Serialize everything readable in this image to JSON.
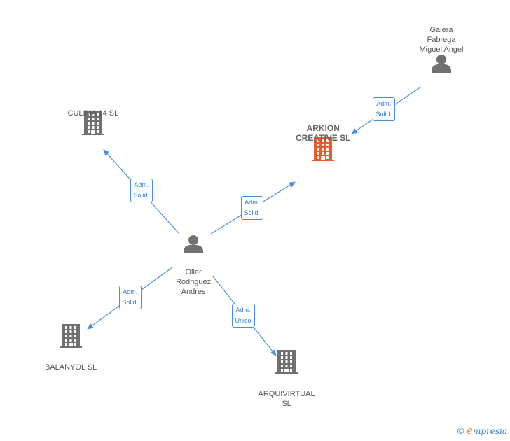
{
  "colors": {
    "edge": "#4a8fd8",
    "company": "#707070",
    "company_highlight": "#f05a28",
    "person": "#707070"
  },
  "nodes": [
    {
      "id": "galera",
      "kind": "person",
      "icon": "person-icon",
      "label": [
        "Galera",
        "Fabrega",
        "Miguel Angel"
      ]
    },
    {
      "id": "arkion",
      "kind": "company",
      "highlight": true,
      "icon": "building-icon",
      "label": [
        "ARKION",
        "CREATIVE  SL"
      ]
    },
    {
      "id": "culima",
      "kind": "company",
      "icon": "building-icon",
      "label": [
        "CULIMA 14  SL"
      ]
    },
    {
      "id": "oller",
      "kind": "person",
      "icon": "person-icon",
      "label": [
        "Oller",
        "Rodriguez",
        "Andres"
      ]
    },
    {
      "id": "balanyol",
      "kind": "company",
      "icon": "building-icon",
      "label": [
        "BALANYOL  SL"
      ]
    },
    {
      "id": "arquivirtual",
      "kind": "company",
      "icon": "building-icon",
      "label": [
        "ARQUIVIRTUAL",
        "SL"
      ]
    }
  ],
  "edges": [
    {
      "from": "galera",
      "to": "arkion",
      "label": [
        "Adm.",
        "Solid."
      ]
    },
    {
      "from": "oller",
      "to": "culima",
      "label": [
        "Adm.",
        "Solid."
      ]
    },
    {
      "from": "oller",
      "to": "arkion",
      "label": [
        "Adm.",
        "Solid."
      ]
    },
    {
      "from": "oller",
      "to": "balanyol",
      "label": [
        "Adm.",
        "Solid."
      ]
    },
    {
      "from": "oller",
      "to": "arquivirtual",
      "label": [
        "Adm.",
        "Unico"
      ]
    }
  ],
  "watermark": {
    "symbol": "©",
    "brand_first": "e",
    "brand_rest": "mpresia"
  }
}
